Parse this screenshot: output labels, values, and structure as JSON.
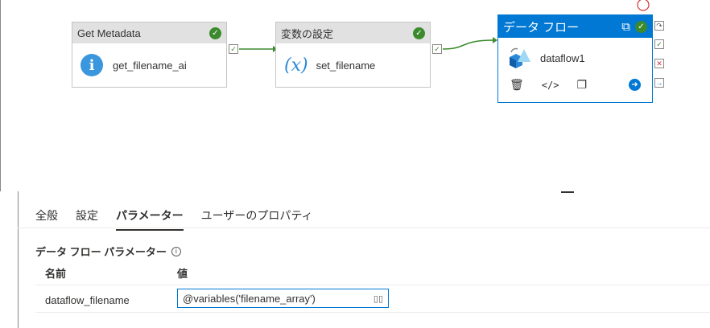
{
  "pipeline": {
    "activities": [
      {
        "type": "Get Metadata",
        "name": "get_filename_ai",
        "icon": "info-icon"
      },
      {
        "type": "変数の設定",
        "name": "set_filename",
        "icon": "variable-icon",
        "symbol": "(𝑥)"
      },
      {
        "type": "データ フロー",
        "name": "dataflow1",
        "icon": "dataflow-icon"
      }
    ]
  },
  "tabs": [
    "全般",
    "設定",
    "パラメーター",
    "ユーザーのプロパティ"
  ],
  "active_tab": "パラメーター",
  "params": {
    "title": "データ フロー パラメーター",
    "col_name": "名前",
    "col_value": "値",
    "rows": [
      {
        "name": "dataflow_filename",
        "value": "@variables('filename_array')"
      }
    ]
  },
  "colors": {
    "accent": "#0078d4",
    "success": "#3c8a2e",
    "fail": "#d13438"
  }
}
